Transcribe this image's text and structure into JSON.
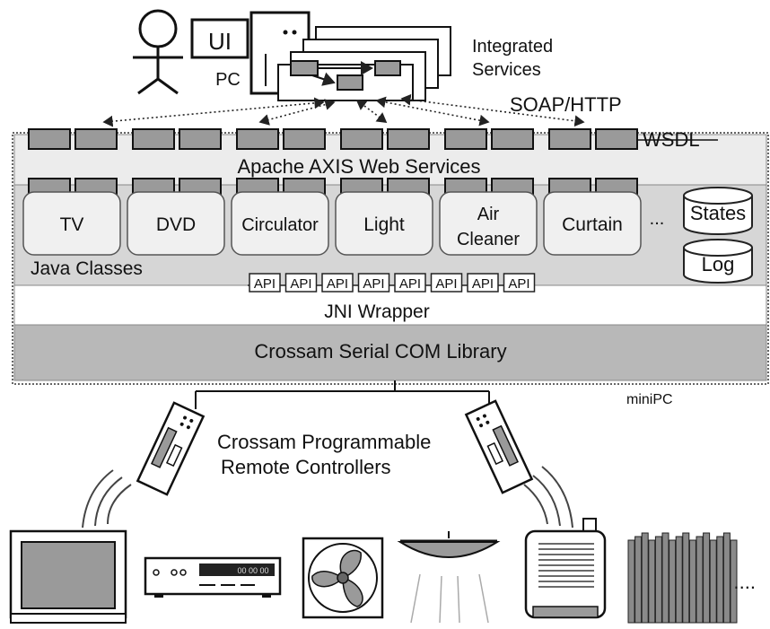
{
  "top": {
    "ui_label": "UI",
    "pc_label": "PC",
    "integrated_services_line1": "Integrated",
    "integrated_services_line2": "Services",
    "soap_label": "SOAP/HTTP"
  },
  "minipc": {
    "wsdl_label": "WSDL",
    "axis_label": "Apache AXIS Web Services",
    "java_classes_label": "Java Classes",
    "classes": [
      "TV",
      "DVD",
      "Circulator",
      "Light",
      "Air",
      "Cleaner",
      "Curtain"
    ],
    "ellipsis": "...",
    "states_label": "States",
    "log_label": "Log",
    "api_labels": [
      "API",
      "API",
      "API",
      "API",
      "API",
      "API",
      "API",
      "API"
    ],
    "jni_label": "JNI Wrapper",
    "com_label": "Crossam Serial COM Library",
    "minipc_label": "miniPC"
  },
  "bottom": {
    "remote_line1": "Crossam Programmable",
    "remote_line2": "Remote Controllers",
    "dvd_display": "00 00 00",
    "trailing_ellipsis": "...."
  },
  "colors": {
    "axis_band": "#ececec",
    "java_band": "#d6d6d6",
    "com_band": "#b8b8b8",
    "port_fill": "#9a9a9a",
    "box_fill": "#f0f0f0"
  }
}
